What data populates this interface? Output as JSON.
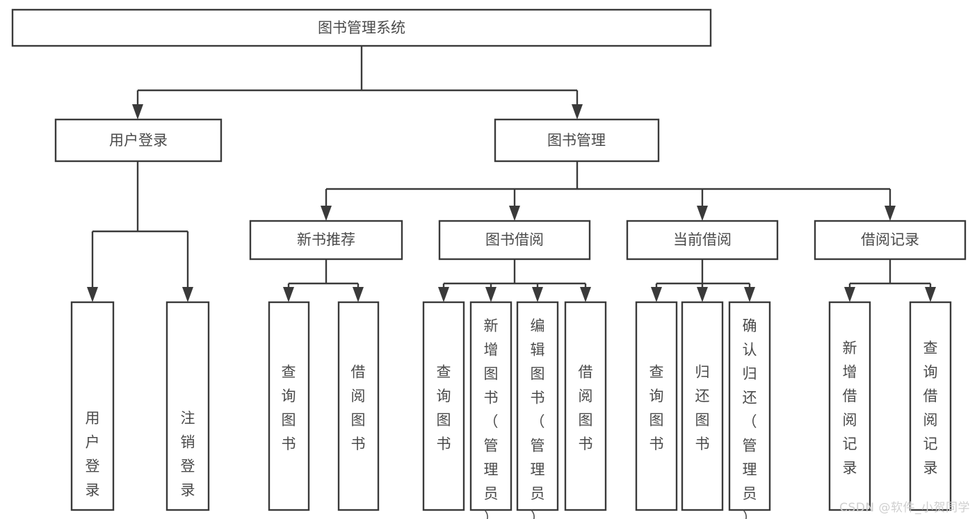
{
  "diagram": {
    "type": "tree-hierarchy",
    "title": "图书管理系统",
    "watermark": "CSDN @软件_小贺同学",
    "levels": {
      "root": {
        "label": "图书管理系统"
      },
      "level2": [
        {
          "label": "用户登录"
        },
        {
          "label": "图书管理"
        }
      ],
      "level3": [
        {
          "label": "新书推荐"
        },
        {
          "label": "图书借阅"
        },
        {
          "label": "当前借阅"
        },
        {
          "label": "借阅记录"
        }
      ],
      "leaves": [
        {
          "label": "用户登录",
          "parent": "用户登录",
          "align": "bottom"
        },
        {
          "label": "注销登录",
          "parent": "用户登录",
          "align": "bottom"
        },
        {
          "label": "查询图书",
          "parent": "新书推荐",
          "align": "middle"
        },
        {
          "label": "借阅图书",
          "parent": "新书推荐",
          "align": "middle"
        },
        {
          "label": "查询图书",
          "parent": "图书借阅",
          "align": "middle"
        },
        {
          "label": "新增图书（管理员）",
          "parent": "图书借阅",
          "align": "top"
        },
        {
          "label": "编辑图书（管理员）",
          "parent": "图书借阅",
          "align": "top"
        },
        {
          "label": "借阅图书",
          "parent": "图书借阅",
          "align": "middle"
        },
        {
          "label": "查询图书",
          "parent": "当前借阅",
          "align": "middle"
        },
        {
          "label": "归还图书",
          "parent": "当前借阅",
          "align": "middle"
        },
        {
          "label": "确认归还（管理员）",
          "parent": "当前借阅",
          "align": "top"
        },
        {
          "label": "新增借阅记录",
          "parent": "借阅记录",
          "align": "middle"
        },
        {
          "label": "查询借阅记录",
          "parent": "借阅记录",
          "align": "middle"
        }
      ]
    },
    "colors": {
      "stroke": "#3a3a3a",
      "fill": "#ffffff",
      "text": "#4a4a4a",
      "watermark": "#cfcfcf"
    }
  }
}
